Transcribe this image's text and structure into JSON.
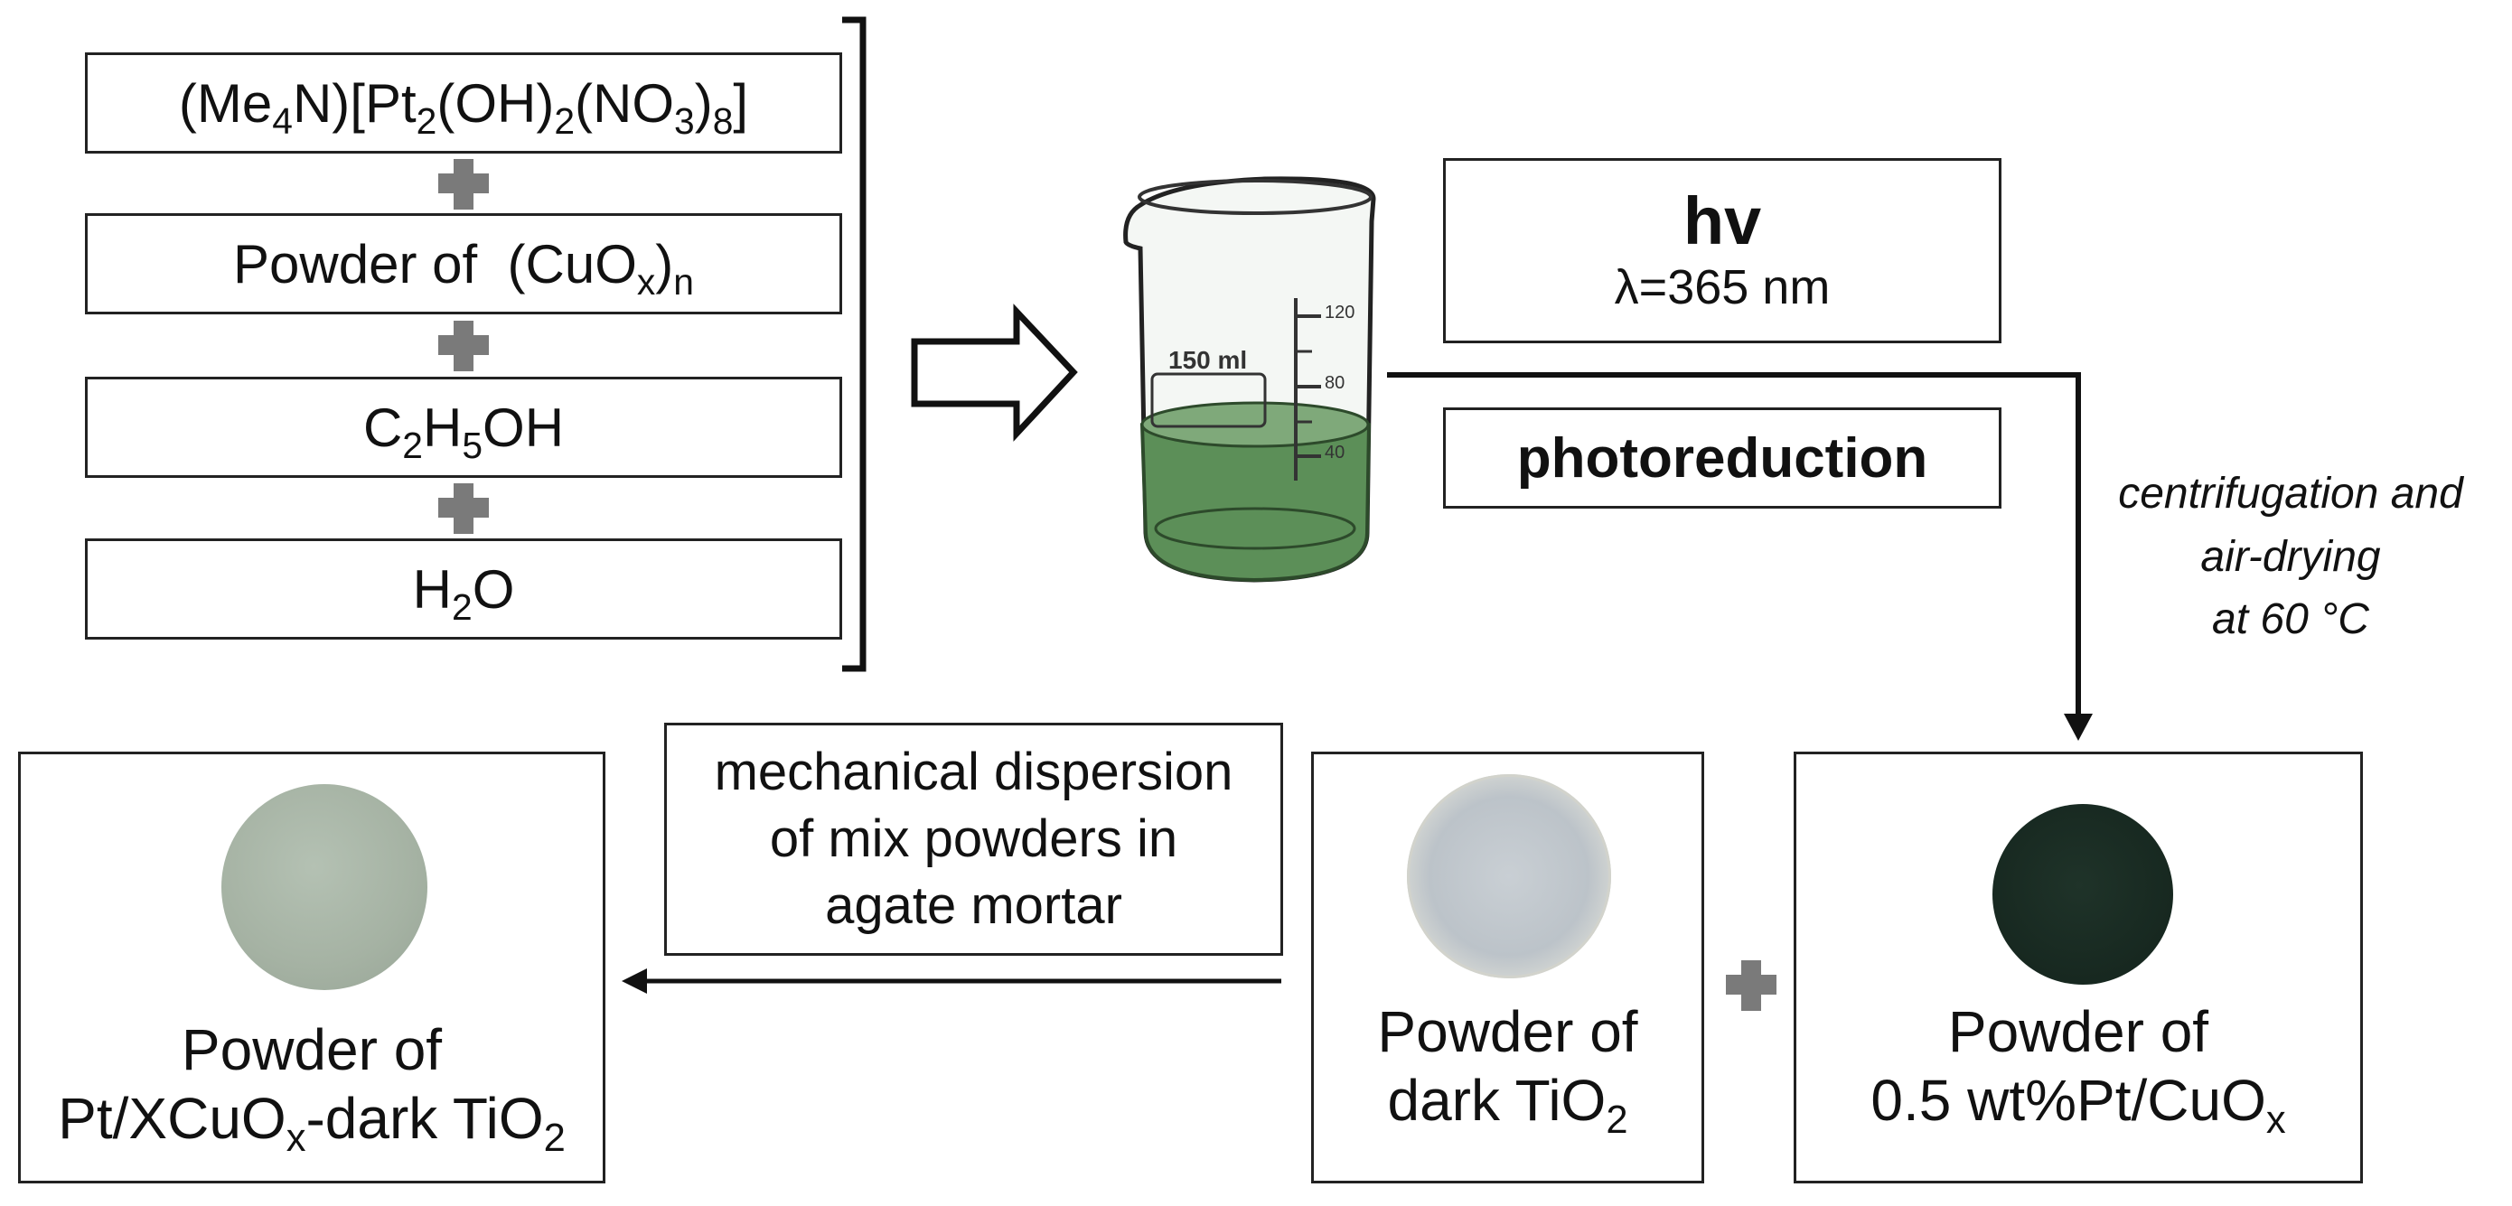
{
  "reagents": {
    "pt_complex": {
      "a": "(Me",
      "b": "4",
      "c": "N)[Pt",
      "d": "2",
      "e": "(OH)",
      "f": "2",
      "g": "(NO",
      "h": "3",
      "i": ")",
      "j": "8",
      "k": "]"
    },
    "cuox": {
      "a": "Powder of  (CuO",
      "b": "x",
      "c": ")",
      "d": "n"
    },
    "ethanol": {
      "a": "C",
      "b": "2",
      "c": "H",
      "d": "5",
      "e": "OH"
    },
    "water": {
      "a": "H",
      "b": "2",
      "c": "O"
    }
  },
  "beaker": {
    "volume_label": "150 ml",
    "marks": [
      "120",
      "80",
      "40"
    ],
    "liquid_color": "#5c8f58"
  },
  "hv_box": {
    "title": "hv",
    "wavelength": "λ=365 nm"
  },
  "photoreduction_label": "photoreduction",
  "centrifugation_note": [
    "centrifugation and",
    "air-drying",
    "at 60 °C"
  ],
  "mechanical_note": [
    "mechanical dispersion",
    "of mix powders in",
    "agate mortar"
  ],
  "powders": {
    "final": {
      "line1": "Powder of",
      "l2a": "Pt/XCuO",
      "l2b": "x",
      "l2c": "-dark TiO",
      "l2d": "2",
      "color": "#a8b5a7"
    },
    "tio2": {
      "line1": "Powder of",
      "l2a": "dark TiO",
      "l2b": "2",
      "color": "#c5cbd0"
    },
    "ptcuox": {
      "line1": "Powder of",
      "l2a": "0.5 wt%Pt/CuO",
      "l2b": "x",
      "color": "#1a2b22"
    }
  }
}
